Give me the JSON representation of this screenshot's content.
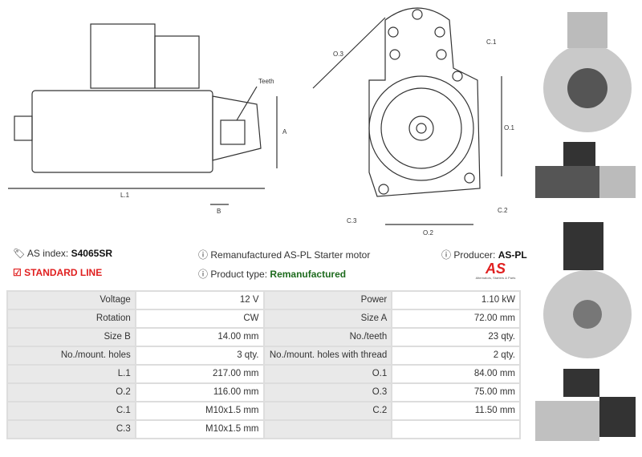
{
  "diagram": {
    "labels": {
      "teeth": "Teeth",
      "a": "A",
      "l1": "L.1",
      "b": "B",
      "o1": "O.1",
      "o2": "O.2",
      "o3": "O.3",
      "c1": "C.1",
      "c2": "C.2",
      "c3": "C.3"
    }
  },
  "info": {
    "as_index_label": "AS index:",
    "as_index_value": "S4065SR",
    "line": "STANDARD LINE",
    "description": "Remanufactured AS-PL Starter motor",
    "product_type_label": "Product type:",
    "product_type_value": "Remanufactured",
    "producer_label": "Producer:",
    "producer_value": "AS-PL",
    "logo_text": "AS",
    "logo_tagline": "Alternators, Starters & Parts"
  },
  "colors": {
    "red": "#e02020",
    "green": "#1e6b1e"
  },
  "specs": [
    [
      "Voltage",
      "12 V",
      "Power",
      "1.10 kW"
    ],
    [
      "Rotation",
      "CW",
      "Size A",
      "72.00 mm"
    ],
    [
      "Size B",
      "14.00 mm",
      "No./teeth",
      "23 qty."
    ],
    [
      "No./mount. holes",
      "3 qty.",
      "No./mount. holes with thread",
      "2 qty."
    ],
    [
      "L.1",
      "217.00 mm",
      "O.1",
      "84.00 mm"
    ],
    [
      "O.2",
      "116.00 mm",
      "O.3",
      "75.00 mm"
    ],
    [
      "C.1",
      "M10x1.5 mm",
      "C.2",
      "11.50 mm"
    ],
    [
      "C.3",
      "M10x1.5 mm",
      "",
      ""
    ]
  ]
}
